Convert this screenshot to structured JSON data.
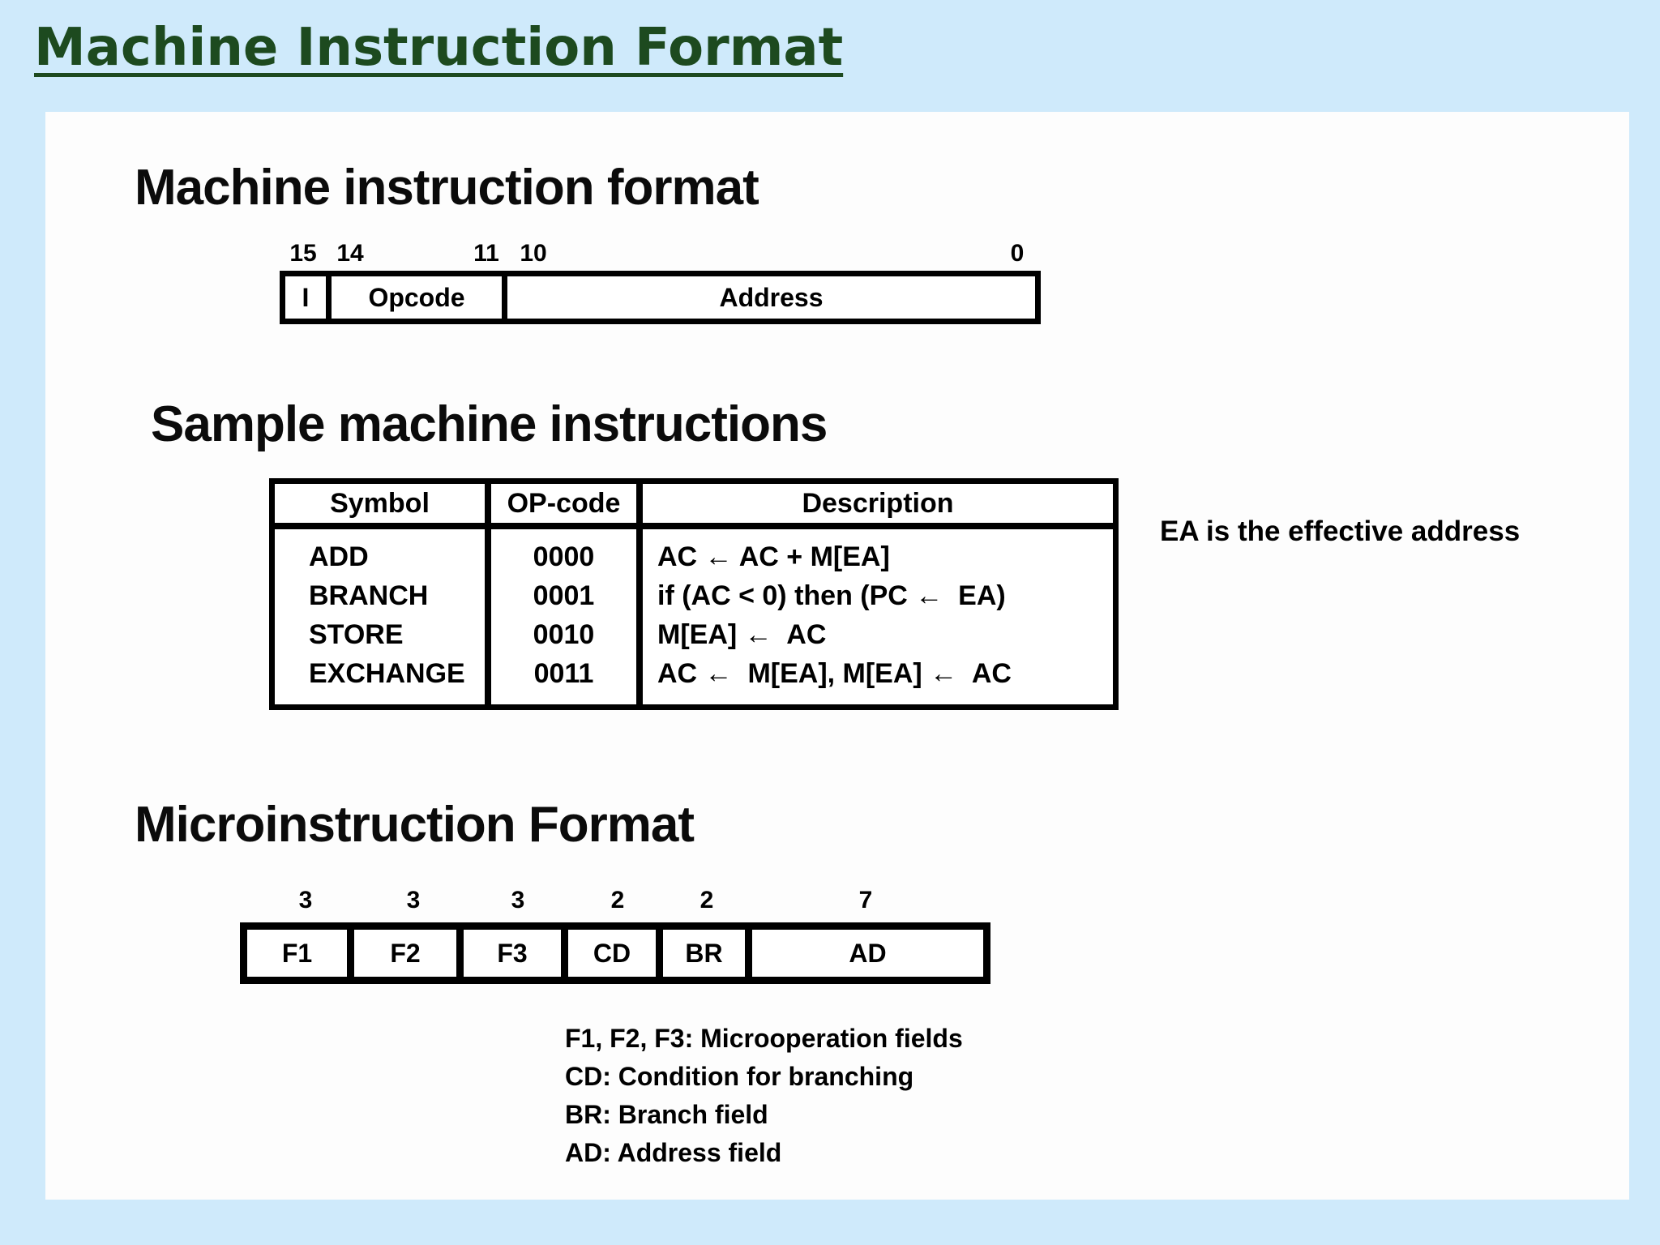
{
  "page": {
    "title": "Machine Instruction Format",
    "colors": {
      "background": "#cfeafb",
      "title_green": "#1d4a1f",
      "panel": "#fdfdfd",
      "diagram_ink": "#000000"
    }
  },
  "machine_format": {
    "heading": "Machine instruction format",
    "bit_labels": [
      "15",
      "14",
      "11",
      "10",
      "0"
    ],
    "fields": [
      "I",
      "Opcode",
      "Address"
    ]
  },
  "sample_instructions": {
    "heading": "Sample machine instructions",
    "note": "EA is the effective address",
    "table": {
      "headers": [
        "Symbol",
        "OP-code",
        "Description"
      ],
      "rows": [
        {
          "symbol": "ADD",
          "opcode": "0000",
          "description": "AC ← AC + M[EA]"
        },
        {
          "symbol": "BRANCH",
          "opcode": "0001",
          "description": "if (AC < 0) then (PC ←  EA)"
        },
        {
          "symbol": "STORE",
          "opcode": "0010",
          "description": "M[EA] ←  AC"
        },
        {
          "symbol": "EXCHANGE",
          "opcode": "0011",
          "description": "AC ←  M[EA], M[EA] ←  AC"
        }
      ]
    }
  },
  "micro_format": {
    "heading": "Microinstruction Format",
    "width_labels": [
      "3",
      "3",
      "3",
      "2",
      "2",
      "7"
    ],
    "fields": [
      "F1",
      "F2",
      "F3",
      "CD",
      "BR",
      "AD"
    ],
    "legend": [
      "F1, F2, F3: Microoperation fields",
      "CD: Condition for branching",
      "BR: Branch field",
      "AD: Address field"
    ]
  }
}
